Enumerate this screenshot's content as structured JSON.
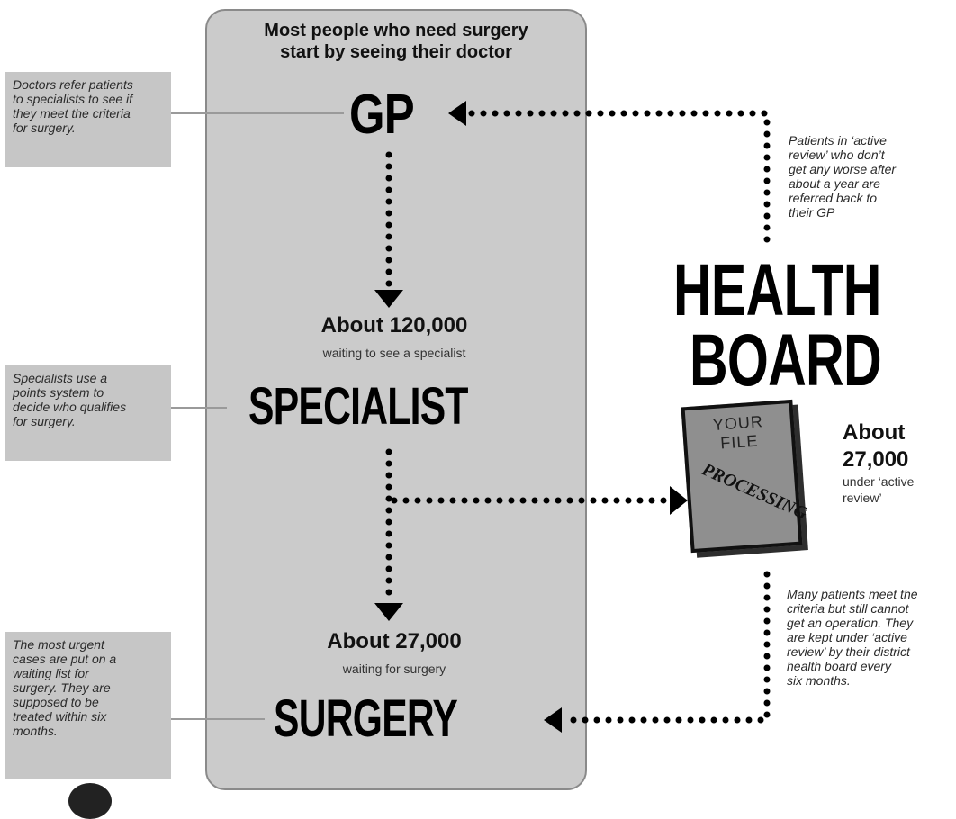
{
  "intro_text": [
    "Most people who need surgery",
    "start by seeing their doctor"
  ],
  "stages": {
    "gp": "GP",
    "specialist": "SPECIALIST",
    "surgery": "SURGERY"
  },
  "counts": {
    "specialist_wait": {
      "value": "About 120,000",
      "label": "waiting to see a specialist"
    },
    "surgery_wait": {
      "value": "About 27,000",
      "label": "waiting for surgery"
    }
  },
  "side_notes": {
    "gp": [
      "Doctors refer patients",
      "to specialists to see if",
      "they meet the criteria",
      "for surgery."
    ],
    "specialist": [
      "Specialists use a",
      "points system to",
      "decide who qualifies",
      "for surgery."
    ],
    "surgery": [
      "The most urgent",
      "cases are put on a",
      "waiting list for",
      "surgery. They are",
      "supposed to be",
      "treated within six",
      "months."
    ]
  },
  "health_board": {
    "title": [
      "HEALTH",
      "BOARD"
    ],
    "file_lines": [
      "YOUR",
      "FILE"
    ],
    "stamp": "PROCESSING",
    "active_review": {
      "line1": "About",
      "line2": "27,000",
      "label": [
        "under ‘active",
        "review’"
      ]
    },
    "return_note": [
      "Patients in ‘active",
      "review’ who don’t",
      "get any worse after",
      "about a year are",
      "referred back to",
      "their GP"
    ],
    "review_note": [
      "Many patients meet the",
      "criteria but still cannot",
      "get an operation. They",
      "are kept under ‘active",
      "review’ by their district",
      "health board every",
      "six months."
    ]
  },
  "colors": {
    "panel": "#cbcbcb",
    "note_box": "#c6c6c6",
    "file": "#8f8f8f",
    "ink": "#000000"
  }
}
